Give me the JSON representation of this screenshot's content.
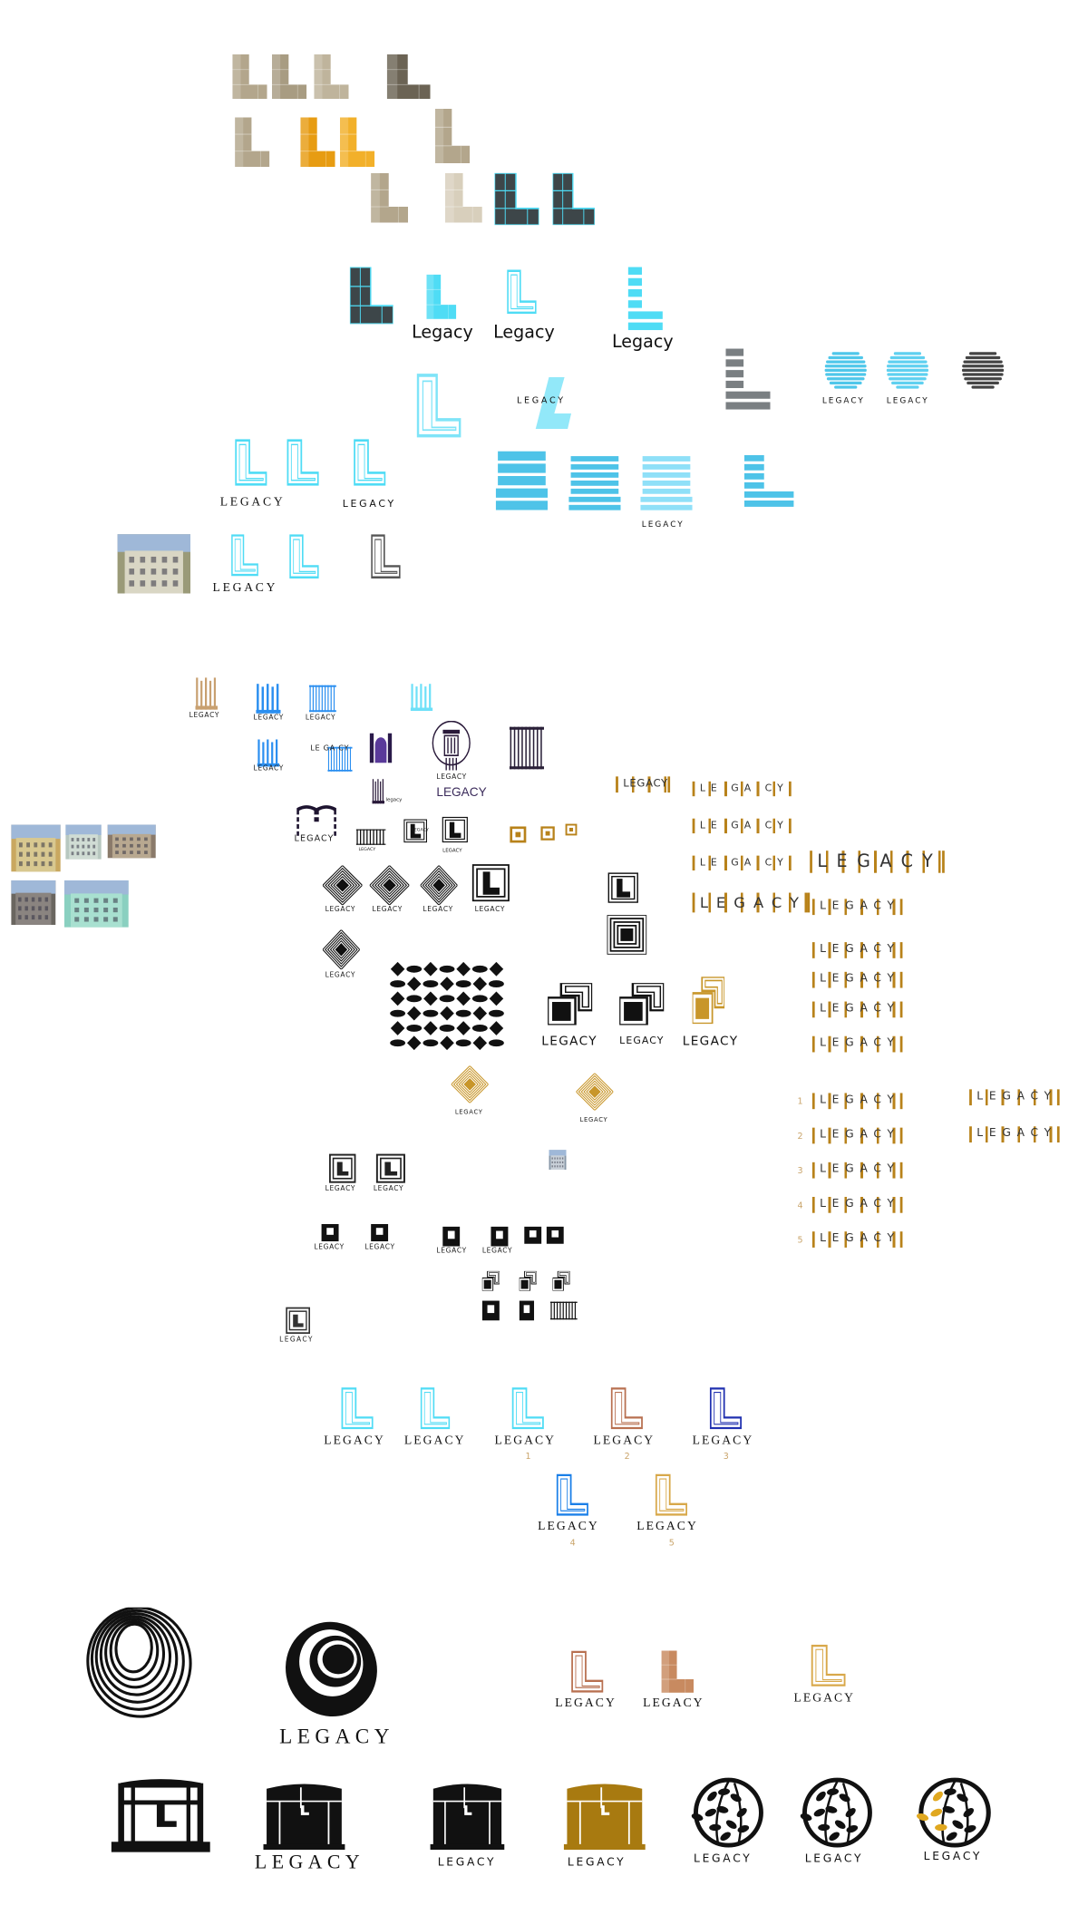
{
  "section_cube_logos": {
    "legacy_sans": [
      "Legacy",
      "Legacy",
      "Legacy"
    ],
    "legacy_caps": [
      "LEGACY",
      "LEGACY",
      "LEGACY",
      "LEGACY",
      "LEGACY",
      "LEGACY",
      "LEGACY"
    ]
  },
  "section_architecture_logos": {
    "labels": [
      "LEGACY",
      "LEGACY",
      "LEGACY",
      "LEGACY",
      "LE GA CY",
      "LEGACY",
      "legacy",
      "LEGACY",
      "LEGACY",
      "LEGACY",
      "LEGACY",
      "LEGACY",
      "LEGACY",
      "LEGACY",
      "LEGACY",
      "LEGACY",
      "LEGACY",
      "LEGACY",
      "LEGACY",
      "LEGACY",
      "LEGACY",
      "LEGACY",
      "LEGACY",
      "LEGACY",
      "LEGACY",
      "LEGACY",
      "LEGACY",
      "LEGACY",
      "LEGACY"
    ],
    "column_words": [
      "LEGACY",
      "LE GA CY",
      "LE GA CY",
      "LE GA CY",
      "LEGACY"
    ],
    "column_words_right": [
      "LEGACY",
      "LEGACY",
      "LEGACY",
      "LEGACY",
      "LEGACY",
      "LEGACY"
    ],
    "numbered_rows": [
      {
        "num": "1",
        "word": "LEGACY"
      },
      {
        "num": "2",
        "word": "LEGACY"
      },
      {
        "num": "3",
        "word": "LEGACY"
      },
      {
        "num": "4",
        "word": "LEGACY"
      },
      {
        "num": "5",
        "word": "LEGACY"
      }
    ],
    "extra_rows": [
      "LEGACY",
      "LEGACY"
    ]
  },
  "section_outline_l": {
    "labels": [
      "LEGACY",
      "LEGACY",
      "LEGACY",
      "LEGACY",
      "LEGACY",
      "LEGACY",
      "LEGACY"
    ],
    "numbers": [
      "1",
      "2",
      "3",
      "4",
      "5"
    ]
  },
  "section_emblems": {
    "labels": [
      "LEGACY",
      "LEGACY",
      "LEGACY",
      "LEGACY",
      "LEGACY",
      "LEGACY",
      "LEGACY",
      "LEGACY",
      "LEGACY",
      "LEGACY",
      "LEGACY"
    ]
  },
  "colors": {
    "beige": "#b3a68c",
    "orange": "#e79c12",
    "cyan": "#4fdcf5",
    "dark_slate": "#3d4649",
    "blue": "#2b8ff0",
    "gold": "#b8821a",
    "copper": "#b87050",
    "navy": "#2030b0",
    "black": "#111111"
  }
}
